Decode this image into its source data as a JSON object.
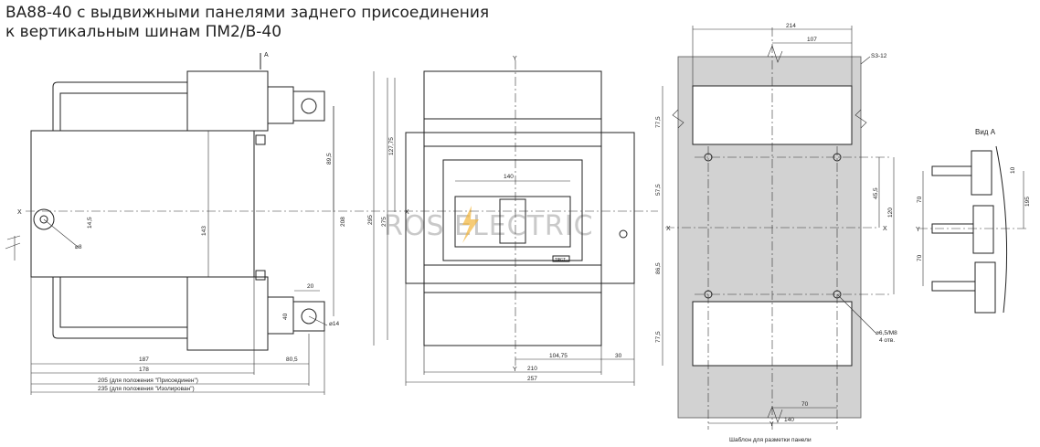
{
  "title": {
    "line1": "ВА88-40 с выдвижными панелями заднего присоединения",
    "line2": "к вертикальным шинам ПМ2/В-40"
  },
  "watermark": "ROS ELECTRIC",
  "side_view": {
    "section_label": "A",
    "axis_x": "X",
    "dims": {
      "d205": "205 (для положения \"Присоединен\")",
      "d235": "235 (для положения \"Изолирован\")",
      "d187": "187",
      "d178": "178",
      "d80_5": "80,5",
      "d143": "143",
      "d208": "208",
      "d89_5": "89,5",
      "d14_5": "14,5",
      "d20": "20",
      "d40": "40",
      "phi8": "⌀8",
      "phi14": "⌀14"
    }
  },
  "front_view": {
    "axis_y_top": "Y",
    "axis_y_bottom": "Y",
    "axis_x": "X",
    "plate": "ТФСТ",
    "dims": {
      "d140": "140",
      "d295": "295",
      "d275": "275",
      "d127_75": "127,75",
      "d104_75": "104,75",
      "d30": "30",
      "d210": "210",
      "d257": "257"
    }
  },
  "template_view": {
    "axis_x_left": "X",
    "axis_x_right": "X",
    "axis_y_bottom": "Y",
    "caption": "Шаблон для разметки  панели",
    "holes_note": "⌀6,5/M8",
    "holes_count": "4 отв.",
    "thickness": "S3-12",
    "dims": {
      "d214": "214",
      "d107": "107",
      "d77_5_top": "77,5",
      "d57_5": "57,5",
      "d86_5": "86,5",
      "d77_5_bot": "77,5",
      "d45_5": "45,5",
      "d120": "120",
      "d70": "70",
      "d140": "140"
    }
  },
  "view_a": {
    "label": "Вид A",
    "axis_y": "Y",
    "dims": {
      "d70a": "70",
      "d70b": "70",
      "d10": "10",
      "d195": "195"
    }
  }
}
